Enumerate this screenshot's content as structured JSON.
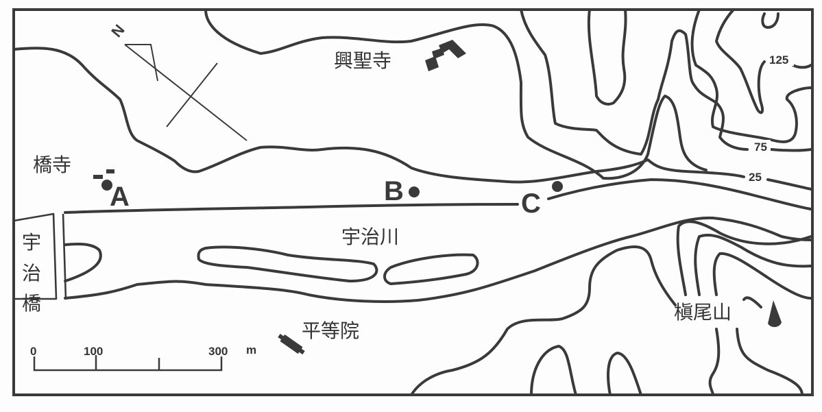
{
  "labels": {
    "koshoji": "興聖寺",
    "hashidera": "橋寺",
    "ujigawa": "宇治川",
    "byodoin": "平等院",
    "makinoosan": "槇尾山",
    "ujibashi": [
      "宇",
      "治",
      "橋"
    ]
  },
  "points": {
    "a": "A",
    "b": "B",
    "c": "C"
  },
  "contours": {
    "c125": "125",
    "c75": "75",
    "c25": "25"
  },
  "north_arrow": {
    "label": "N"
  },
  "scale_bar": {
    "ticks": [
      "0",
      "100",
      "300"
    ],
    "unit": "m"
  },
  "colors": {
    "ink": "#3a3a3a",
    "paper": "#fdfdfd"
  }
}
